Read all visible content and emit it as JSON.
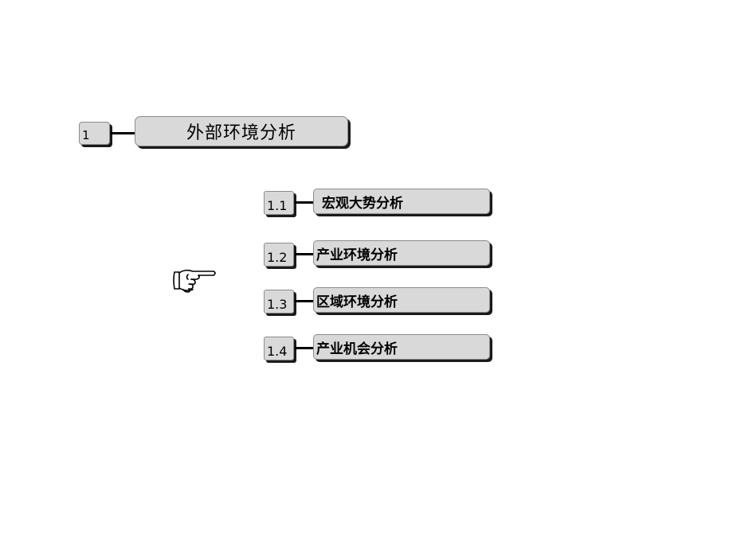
{
  "main": {
    "number": "1",
    "title": "外部环境分析"
  },
  "items": [
    {
      "number": "1.1",
      "label": "宏观大势分析"
    },
    {
      "number": "1.2",
      "label": "产业环境分析"
    },
    {
      "number": "1.3",
      "label": "区域环境分析"
    },
    {
      "number": "1.4",
      "label": "产业机会分析"
    }
  ],
  "pointer_icon": "pointing-hand-icon"
}
